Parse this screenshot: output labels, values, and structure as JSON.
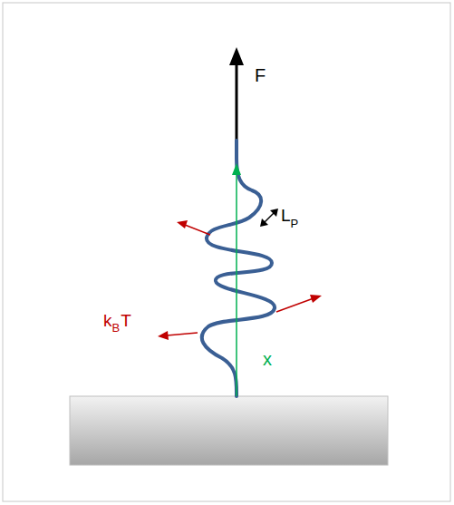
{
  "diagram": {
    "labels": [
      "F",
      "L",
      "P",
      "k",
      "B",
      "T",
      "x"
    ]
  }
}
